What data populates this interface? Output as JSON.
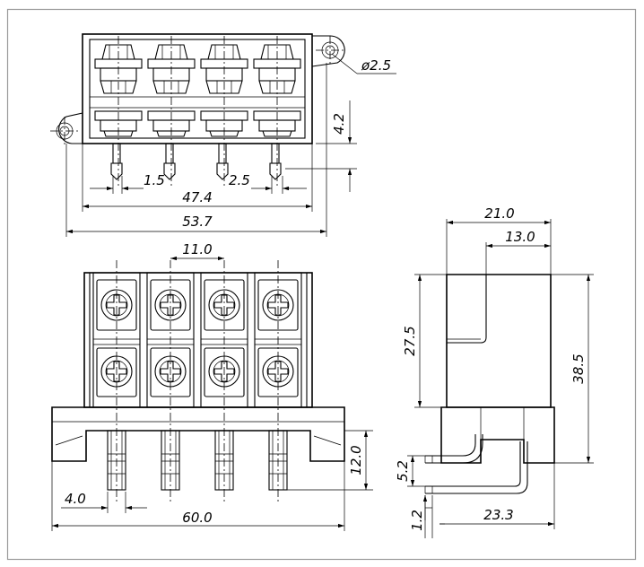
{
  "drawing": {
    "frame_color": "#9a9a9a",
    "line_color": "#000000",
    "top_view": {
      "hole_label": "ø2.5",
      "dims": {
        "height_step": "4.2",
        "pin_width": "1.5",
        "pin_gap": "2.5",
        "inner_width": "47.4",
        "overall_width": "53.7"
      }
    },
    "front_view": {
      "dims": {
        "pitch": "11.0",
        "pin_length": "12.0",
        "pin_offset": "4.0",
        "overall_width": "60.0"
      }
    },
    "side_view": {
      "dims": {
        "top_width": "21.0",
        "upper_step": "13.0",
        "upper_height": "27.5",
        "overall_height": "38.5",
        "pin_spacing": "5.2",
        "pin_thickness": "1.2",
        "base_width": "23.3"
      }
    }
  }
}
